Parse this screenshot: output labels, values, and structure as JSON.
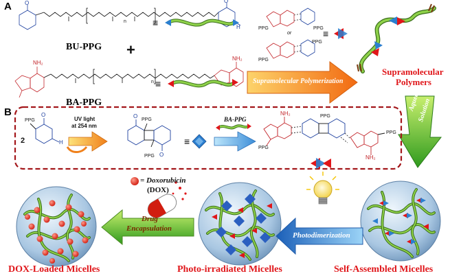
{
  "labels": {
    "section_a": "A",
    "section_b": "B",
    "bu_ppg": "BU-PPG",
    "ba_ppg": "BA-PPG",
    "plus": "+",
    "equiv": "≡",
    "or": "or",
    "supramolecular_polymerization": "Supramolecular Polymerization",
    "supramolecular_polymers_line1": "Supramolecular",
    "supramolecular_polymers_line2": "Polymers",
    "aqueous": "Aqueous",
    "solution": "Solution",
    "reactant_coefficient": "2",
    "uv_line1": "UV light",
    "uv_line2": "at 254 nm",
    "ba_ppg_italic": "BA-PPG",
    "ppg": "PPG",
    "dox_label": "= Doxorubicin",
    "dox_abbrev": "(DOX)",
    "drug": "Drug",
    "encapsulation": "Encapsulation",
    "photodimerization": "Photodimerization",
    "dox_loaded_micelles": "DOX-Loaded Micelles",
    "photo_irradiated_micelles": "Photo-irradiated Micelles",
    "self_assembled_micelles": "Self-Assembled Micelles",
    "atom_O": "O",
    "atom_N": "N",
    "atom_H": "H",
    "atom_NH2": "NH₂",
    "subscript_n": "n"
  },
  "colors": {
    "accent_red": "#e0161a",
    "dashed_border": "#a3161a",
    "orange_arrow": "#f7941d",
    "green_arrow": "#3fae2a",
    "blue_arrow": "#2b7fd0",
    "chain_green": "#6bb33c",
    "thymine_blue": "#1c3f9e",
    "adenine_red": "#c3262b",
    "micelle_blue": "#8fb8dc"
  }
}
